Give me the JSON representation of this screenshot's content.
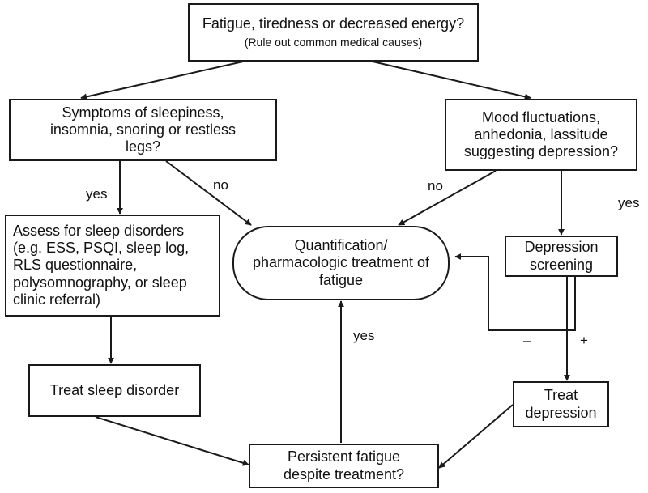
{
  "nodes": {
    "start": {
      "title": "Fatigue, tiredness or decreased energy?",
      "subtitle": "(Rule out common medical causes)"
    },
    "sleep_symptoms": {
      "text": "Symptoms of sleepiness, insomnia, snoring or restless legs?"
    },
    "mood": {
      "text": "Mood fluctuations, anhedonia, lassitude suggesting depression?"
    },
    "assess_sleep": {
      "text": "Assess for sleep disorders (e.g. ESS, PSQI, sleep log, RLS questionnaire, polysomnography, or sleep clinic referral)"
    },
    "quantification": {
      "text": "Quantification/ pharmacologic treatment of fatigue"
    },
    "depression_screening": {
      "text": "Depression screening"
    },
    "treat_sleep": {
      "text": "Treat sleep disorder"
    },
    "treat_depression": {
      "text": "Treat depression"
    },
    "persistent": {
      "text": "Persistent fatigue despite treatment?"
    }
  },
  "edge_labels": {
    "yes_sleep": "yes",
    "no_sleep": "no",
    "no_mood": "no",
    "yes_mood": "yes",
    "yes_persistent": "yes",
    "minus": "–",
    "plus": "+"
  }
}
